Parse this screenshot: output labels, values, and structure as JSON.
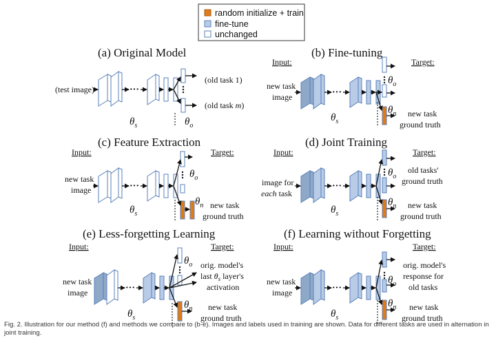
{
  "legend": {
    "items": [
      {
        "label": "random initialize + train",
        "color": "#e07b1a"
      },
      {
        "label": "fine-tune",
        "color": "#b8cce8"
      },
      {
        "label": "unchanged",
        "color": "#ffffff"
      }
    ]
  },
  "colors": {
    "orange": "#e07b1a",
    "blue_light": "#b8cce8",
    "blue_dark": "#8ea9c8",
    "stroke": "#5a80b8",
    "line": "#111111"
  },
  "panels": {
    "a": {
      "title": "(a) Original Model",
      "input": "(test image)",
      "out1": "(old task 1)",
      "out2_prefix": "(old task ",
      "out2_var": "m",
      "out2_suffix": ")"
    },
    "b": {
      "title": "(b) Fine-tuning",
      "input_header": "Input:",
      "target_header": "Target:",
      "input": [
        "new task",
        "image"
      ],
      "target": [
        "new task",
        "ground truth"
      ]
    },
    "c": {
      "title": "(c) Feature Extraction",
      "input_header": "Input:",
      "target_header": "Target:",
      "input": [
        "new task",
        "image"
      ],
      "target": [
        "new task",
        "ground truth"
      ]
    },
    "d": {
      "title": "(d) Joint Training",
      "input_header": "Input:",
      "target_header": "Target:",
      "input": [
        "image for",
        "each",
        "task"
      ],
      "target_top": [
        "old tasks'",
        "ground truth"
      ],
      "target": [
        "new task",
        "ground truth"
      ]
    },
    "e": {
      "title": "(e) Less-forgetting Learning",
      "input_header": "Input:",
      "target_header": "Target:",
      "input": [
        "new task",
        "image"
      ],
      "target_top": [
        "orig. model's",
        "last",
        "layer's",
        "activation"
      ],
      "target": [
        "new task",
        "ground truth"
      ]
    },
    "f": {
      "title": "(f) Learning without Forgetting",
      "input_header": "Input:",
      "target_header": "Target:",
      "input": [
        "new task",
        "image"
      ],
      "target_top": [
        "orig. model's",
        "response for",
        "old tasks"
      ],
      "target": [
        "new task",
        "ground truth"
      ]
    }
  },
  "symbols": {
    "theta": "θ",
    "s": "s",
    "o": "o",
    "n": "n"
  },
  "caption": "Fig. 2. Illustration for our method (f) and methods we compare to (b-e). Images and labels used in training are shown. Data for different tasks are used in alternation in joint training."
}
